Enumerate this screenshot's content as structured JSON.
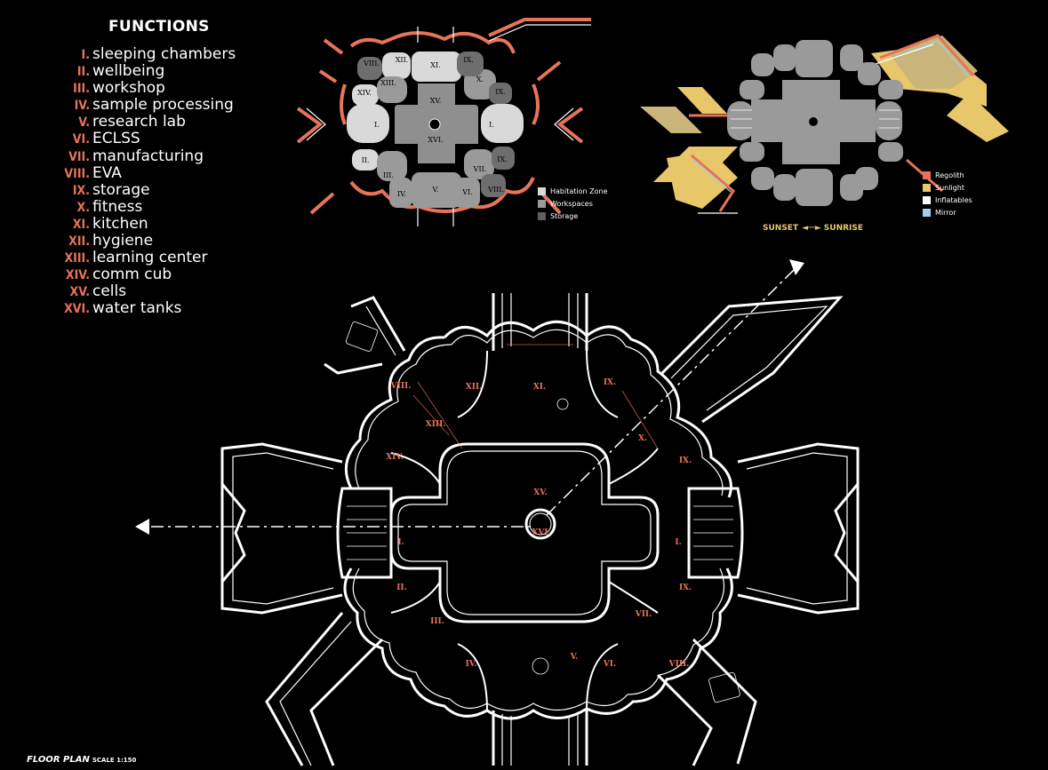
{
  "functions": {
    "title": "FUNCTIONS",
    "items": [
      {
        "num": "I.",
        "label": "sleeping chambers"
      },
      {
        "num": "II.",
        "label": "wellbeing"
      },
      {
        "num": "III.",
        "label": "workshop"
      },
      {
        "num": "IV.",
        "label": "sample processing"
      },
      {
        "num": "V.",
        "label": "research lab"
      },
      {
        "num": "VI.",
        "label": "ECLSS"
      },
      {
        "num": "VII.",
        "label": "manufacturing"
      },
      {
        "num": "VIII.",
        "label": "EVA"
      },
      {
        "num": "IX.",
        "label": "storage"
      },
      {
        "num": "X.",
        "label": "fitness"
      },
      {
        "num": "XI.",
        "label": "kitchen"
      },
      {
        "num": "XII.",
        "label": "hygiene"
      },
      {
        "num": "XIII.",
        "label": "learning center"
      },
      {
        "num": "XIV.",
        "label": "comm cub"
      },
      {
        "num": "XV.",
        "label": "cells"
      },
      {
        "num": "XVI.",
        "label": "water tanks"
      }
    ]
  },
  "zoning_legend": [
    {
      "label": "Habitation Zone",
      "color": "#d9d9d9"
    },
    {
      "label": "Workspaces",
      "color": "#9a9a9a"
    },
    {
      "label": "Storage",
      "color": "#5e5e5e"
    }
  ],
  "sun_legend": [
    {
      "label": "Regolith",
      "color": "#e8735a"
    },
    {
      "label": "Sunlight",
      "color": "#e8c66a"
    },
    {
      "label": "Inflatables",
      "color": "#ffffff"
    },
    {
      "label": "Mirror",
      "color": "#9fd0ee"
    }
  ],
  "sun_direction": {
    "left": "SUNSET",
    "right": "SUNRISE"
  },
  "zoning_room_labels": [
    "XII.",
    "XI.",
    "IX.",
    "VIII.",
    "XIII.",
    "X.",
    "XIV.",
    "XV.",
    "IX.",
    "I.",
    "XVI.",
    "I.",
    "II.",
    "III.",
    "VII.",
    "IX.",
    "IV.",
    "V.",
    "VI.",
    "VIII."
  ],
  "plan_room_labels": [
    "VIII.",
    "XII.",
    "XI.",
    "IX.",
    "XIII.",
    "X.",
    "XIV.",
    "IX.",
    "XV.",
    "XVI.",
    "I.",
    "I.",
    "II.",
    "IX.",
    "III.",
    "VII.",
    "IV.",
    "V.",
    "VI.",
    "VIII."
  ],
  "floor_plan": {
    "title": "FLOOR PLAN",
    "scale": "SCALE 1:150"
  }
}
